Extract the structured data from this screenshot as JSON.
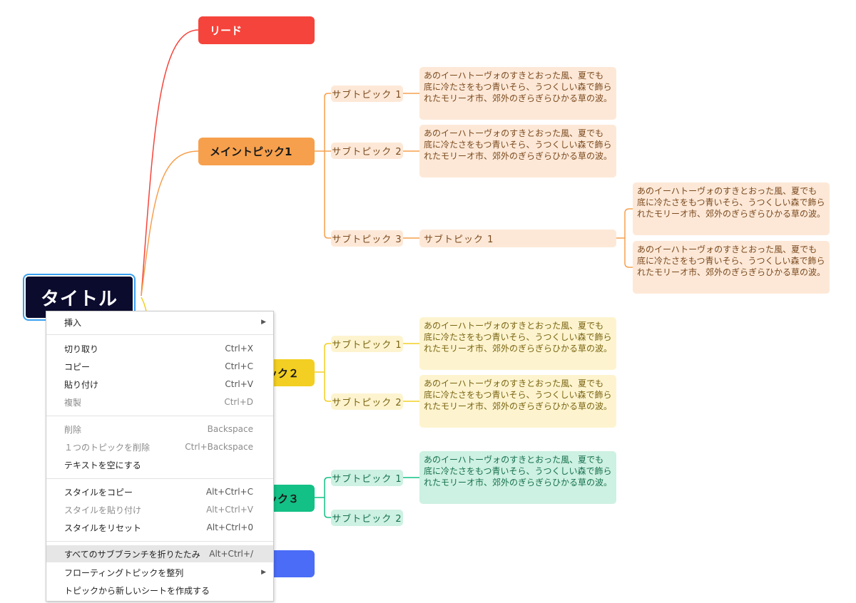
{
  "root": {
    "label": "タイトル"
  },
  "branches": {
    "lead": {
      "label": "リード",
      "color": "#f5443b"
    },
    "main1": {
      "label": "メイントピック1",
      "color": "#f6a04d"
    },
    "main2": {
      "label": "ック２",
      "color": "#f2cf22"
    },
    "main3": {
      "label": "ック３",
      "color": "#13c085"
    },
    "main4": {
      "label": "",
      "color": "#4a6cf7"
    }
  },
  "leaf_text": "あのイーハトーヴォのすきとおった風、夏でも底に冷たさをもつ青いそら、うつくしい森で飾られたモリーオ市、郊外のぎらぎらひかる草の波。",
  "subtopics": {
    "s1": "サブトピック 1",
    "s2": "サブトピック 2",
    "s3": "サブトピック 3",
    "s3child": "サブトピック 1"
  },
  "context_menu": {
    "insert": "挿入",
    "cut": "切り取り",
    "cut_sc": "Ctrl+X",
    "copy": "コピー",
    "copy_sc": "Ctrl+C",
    "paste": "貼り付け",
    "paste_sc": "Ctrl+V",
    "duplicate": "複製",
    "duplicate_sc": "Ctrl+D",
    "delete": "削除",
    "delete_sc": "Backspace",
    "delete_one": "１つのトピックを削除",
    "delete_one_sc": "Ctrl+Backspace",
    "clear_text": "テキストを空にする",
    "copy_style": "スタイルをコピー",
    "copy_style_sc": "Alt+Ctrl+C",
    "paste_style": "スタイルを貼り付け",
    "paste_style_sc": "Alt+Ctrl+V",
    "reset_style": "スタイルをリセット",
    "reset_style_sc": "Alt+Ctrl+0",
    "collapse_all": "すべてのサブブランチを折りたたみ",
    "collapse_all_sc": "Alt+Ctrl+/",
    "arrange_floating": "フローティングトピックを整列",
    "new_sheet": "トピックから新しいシートを作成する"
  },
  "colors": {
    "orange_fill": "#fde8d7",
    "orange_text": "#7a4a1f",
    "yellow_fill": "#fdf4cf",
    "yellow_text": "#7a6412",
    "green_fill": "#cdf1e2",
    "green_text": "#17704f"
  }
}
